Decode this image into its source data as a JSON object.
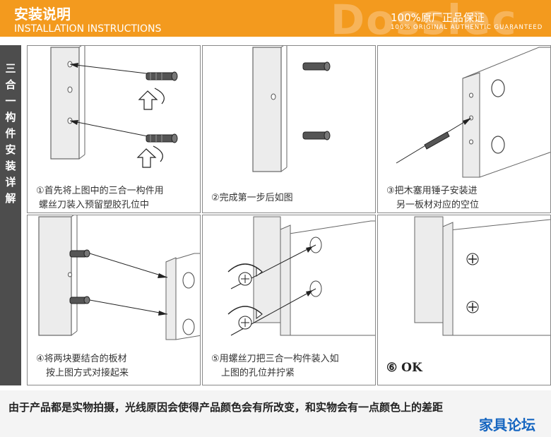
{
  "header": {
    "title_cn": "安装说明",
    "title_en": "INSTALLATION INSTRUCTIONS",
    "watermark": "Dosslec",
    "guarantee_cn": "100%原厂正品保证",
    "guarantee_en": "100% ORIGINAL AUTHENTIC GUARANTEED",
    "accent_color": "#f39a1e"
  },
  "sidebar": {
    "chars": [
      "三",
      "合",
      "一",
      "构",
      "件",
      "安",
      "装",
      "详",
      "解"
    ],
    "color": "#4d4d4d"
  },
  "steps": [
    {
      "line1": "①首先将上图中的三合一构件用",
      "line2": "螺丝刀装入预留塑胶孔位中"
    },
    {
      "line1": "②完成第一步后如图",
      "line2": ""
    },
    {
      "line1": "③把木塞用锤子安装进",
      "line2": "另一板材对应的空位"
    },
    {
      "line1": "④将两块要结合的板材",
      "line2": "按上图方式对接起来"
    },
    {
      "line1": "⑤用螺丝刀把三合一构件装入如",
      "line2": "上图的孔位并拧紧"
    },
    {
      "line1": "⑥ OK",
      "line2": ""
    }
  ],
  "footer": {
    "note": "由于产品都是实物拍摄，光线原因会使得产品颜色会有所改变，和实物会有一点颜色上的差距",
    "forum_logo": "家具论坛"
  }
}
